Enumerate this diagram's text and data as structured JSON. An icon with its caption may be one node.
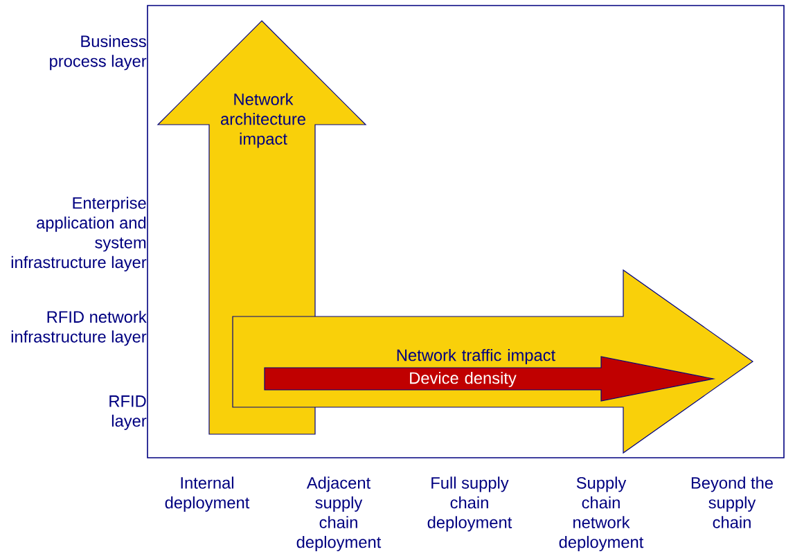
{
  "diagram": {
    "nodes": [
      {
        "text": [
          "Network architecture impact"
        ]
      },
      {
        "text": [
          "Network traffic impact"
        ]
      },
      {
        "text": [
          "Device density"
        ],
        "in": 1
      }
    ],
    "labels": [
      "Business process layer",
      "Enterprise application and system infrastructure layer",
      "RFID network infrastructure layer",
      "RFID layer",
      "Internal deployment",
      "Adjacent supply chain deployment",
      "Full supply chain deployment",
      "Supply chain network deployment",
      "Beyond the supply chain"
    ]
  }
}
